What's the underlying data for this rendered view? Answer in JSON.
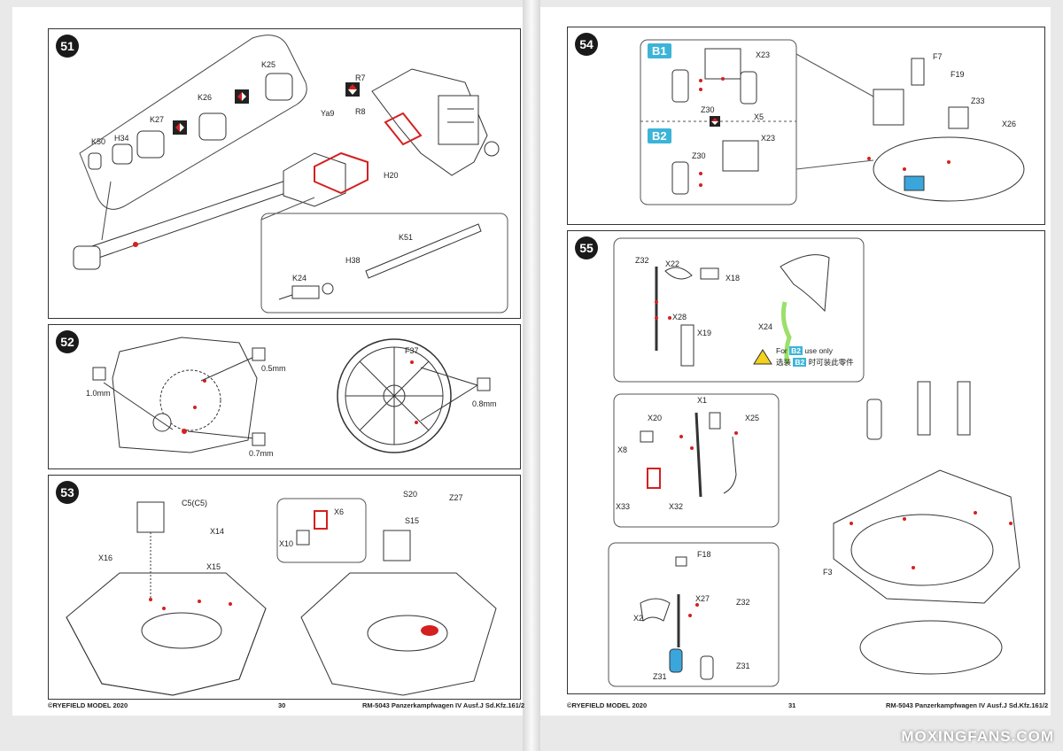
{
  "left_page": {
    "copyright": "©RYEFIELD MODEL 2020",
    "page_number": "30",
    "product": "RM-5043 Panzerkampfwagen IV Ausf.J Sd.Kfz.161/2",
    "step51": {
      "number": "51",
      "labels": {
        "k25": "K25",
        "k26": "K26",
        "k27": "K27",
        "k50": "K50",
        "h34": "H34",
        "ya9": "Ya9",
        "r7": "R7",
        "r8": "R8",
        "h20": "H20",
        "k51": "K51",
        "h38": "H38",
        "k24": "K24"
      }
    },
    "step52": {
      "number": "52",
      "labels": {
        "d1": "1.0mm",
        "d2": "0.5mm",
        "d3": "0.7mm",
        "f37": "F37",
        "d4": "0.8mm"
      }
    },
    "step53": {
      "number": "53",
      "labels": {
        "c5": "C5(C5)",
        "x14": "X14",
        "x16": "X16",
        "x15": "X15",
        "x6": "X6",
        "x10": "X10",
        "s20": "S20",
        "z27": "Z27",
        "s15": "S15"
      }
    }
  },
  "right_page": {
    "copyright": "©RYEFIELD MODEL 2020",
    "page_number": "31",
    "product": "RM-5043 Panzerkampfwagen IV Ausf.J Sd.Kfz.161/2",
    "step54": {
      "number": "54",
      "b1": "B1",
      "b2": "B2",
      "labels": {
        "x23a": "X23",
        "z30a": "Z30",
        "x5": "X5",
        "x23b": "X23",
        "z30b": "Z30",
        "f7": "F7",
        "f19": "F19",
        "z33": "Z33",
        "x26": "X26"
      }
    },
    "step55": {
      "number": "55",
      "labels": {
        "z32": "Z32",
        "x22": "X22",
        "x18": "X18",
        "x28": "X28",
        "x19": "X19",
        "x24": "X24",
        "x1": "X1",
        "x20": "X20",
        "x25": "X25",
        "x8": "X8",
        "x33": "X33",
        "x32": "X32",
        "f18": "F18",
        "x27": "X27",
        "z32b": "Z32",
        "x2": "X2",
        "z31a": "Z31",
        "z31b": "Z31",
        "f3": "F3"
      },
      "note_for": "For",
      "note_badge": "B2",
      "note_use": "use only",
      "note_cn_a": "选装",
      "note_cn_b": "时可装此零件"
    }
  },
  "watermark": "MOXINGFANS.COM",
  "colors": {
    "accent_red": "#d42020",
    "badge_blue": "#3cb4d8",
    "warn_yellow": "#f2d21b",
    "leaf_green": "#9be06a"
  }
}
